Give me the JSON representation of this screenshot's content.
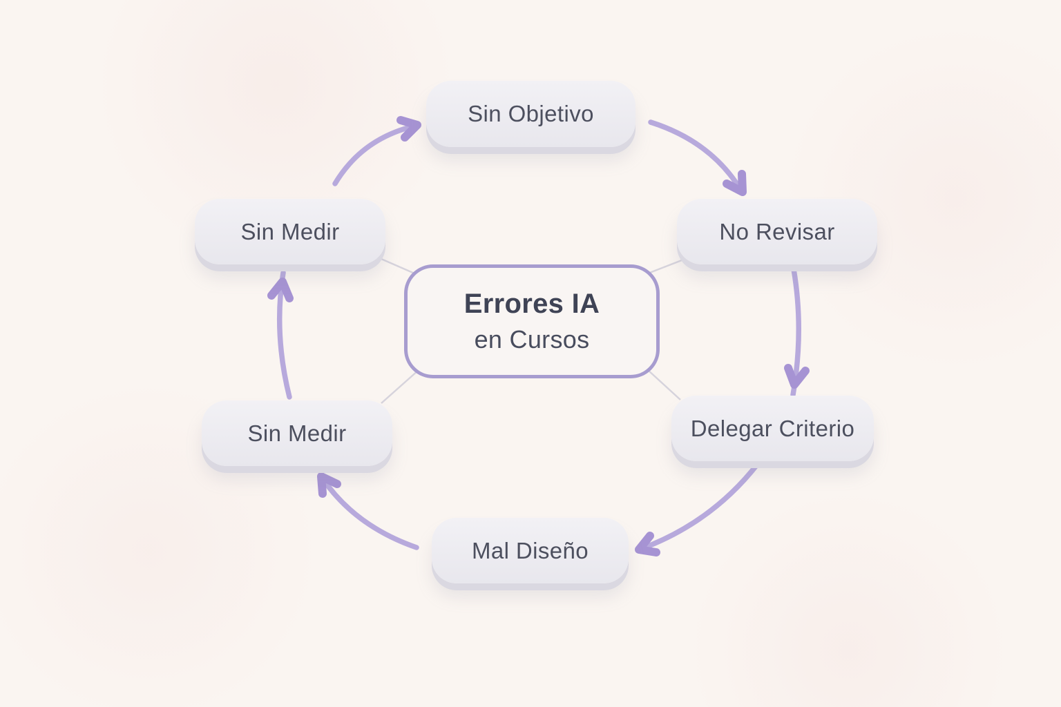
{
  "diagram": {
    "center": {
      "title": "Errores IA",
      "subtitle": "en Cursos"
    },
    "nodes": [
      {
        "id": "sin-objetivo",
        "label": "Sin Objetivo",
        "position": "top"
      },
      {
        "id": "no-revisar",
        "label": "No Revisar",
        "position": "top-right"
      },
      {
        "id": "delegar-criterio",
        "label": "Delegar Criterio",
        "position": "bottom-right"
      },
      {
        "id": "mal-diseno",
        "label": "Mal Diseño",
        "position": "bottom"
      },
      {
        "id": "sin-medir-1",
        "label": "Sin Medir",
        "position": "bottom-left"
      },
      {
        "id": "sin-medir-2",
        "label": "Sin Medir",
        "position": "top-left"
      }
    ],
    "edges": [
      {
        "from": "sin-medir-2",
        "to": "sin-objetivo"
      },
      {
        "from": "sin-objetivo",
        "to": "no-revisar"
      },
      {
        "from": "no-revisar",
        "to": "delegar-criterio"
      },
      {
        "from": "delegar-criterio",
        "to": "mal-diseno"
      },
      {
        "from": "mal-diseno",
        "to": "sin-medir-1"
      },
      {
        "from": "sin-medir-1",
        "to": "sin-medir-2"
      }
    ],
    "colors": {
      "background": "#faf5f1",
      "node_fill": "#ecebf0",
      "node_edge_3d": "#dad8e1",
      "node_text": "#4c4f5e",
      "arrow": "#b7a9dc",
      "arrow_head": "#a693d3",
      "center_border": "#a79ccf",
      "center_title_text": "#3f4355",
      "spoke": "#d6d3dc"
    }
  }
}
